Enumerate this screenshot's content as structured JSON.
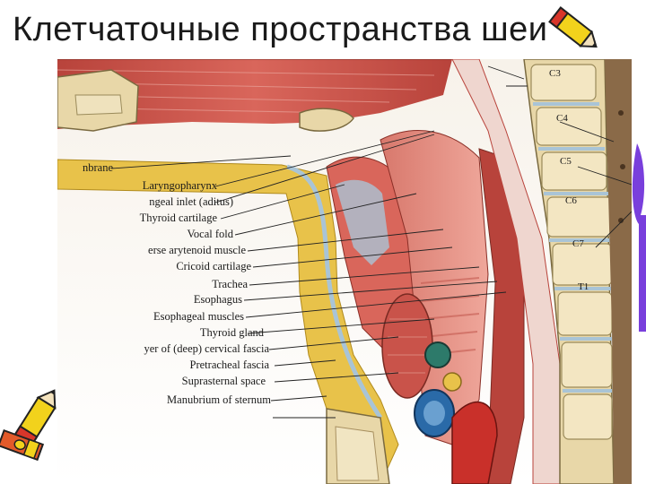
{
  "slide": {
    "title": "Клетчаточные пространства шеи"
  },
  "figure": {
    "labels": [
      "nbrane",
      "Laryngopharynx",
      "ngeal inlet (aditus)",
      "Thyroid cartilage",
      "Vocal fold",
      "erse arytenoid muscle",
      "Cricoid cartilage",
      "Trachea",
      "Esophagus",
      "Esophageal muscles",
      "Thyroid gland",
      "yer of (deep) cervical fascia",
      "Pretracheal fascia",
      "Suprasternal space",
      "Manubrium of sternum"
    ],
    "vertebrae": [
      "C3",
      "C4",
      "C5",
      "C6",
      "C7",
      "T1"
    ]
  },
  "colors": {
    "muscle": "#c9534a",
    "fat": "#e8c24a",
    "bone": "#e8d7a8",
    "fascia": "#a9c4d6",
    "brown": "#8a6a48",
    "pencil_yellow": "#f2d21c",
    "pencil_red": "#d8362a"
  }
}
